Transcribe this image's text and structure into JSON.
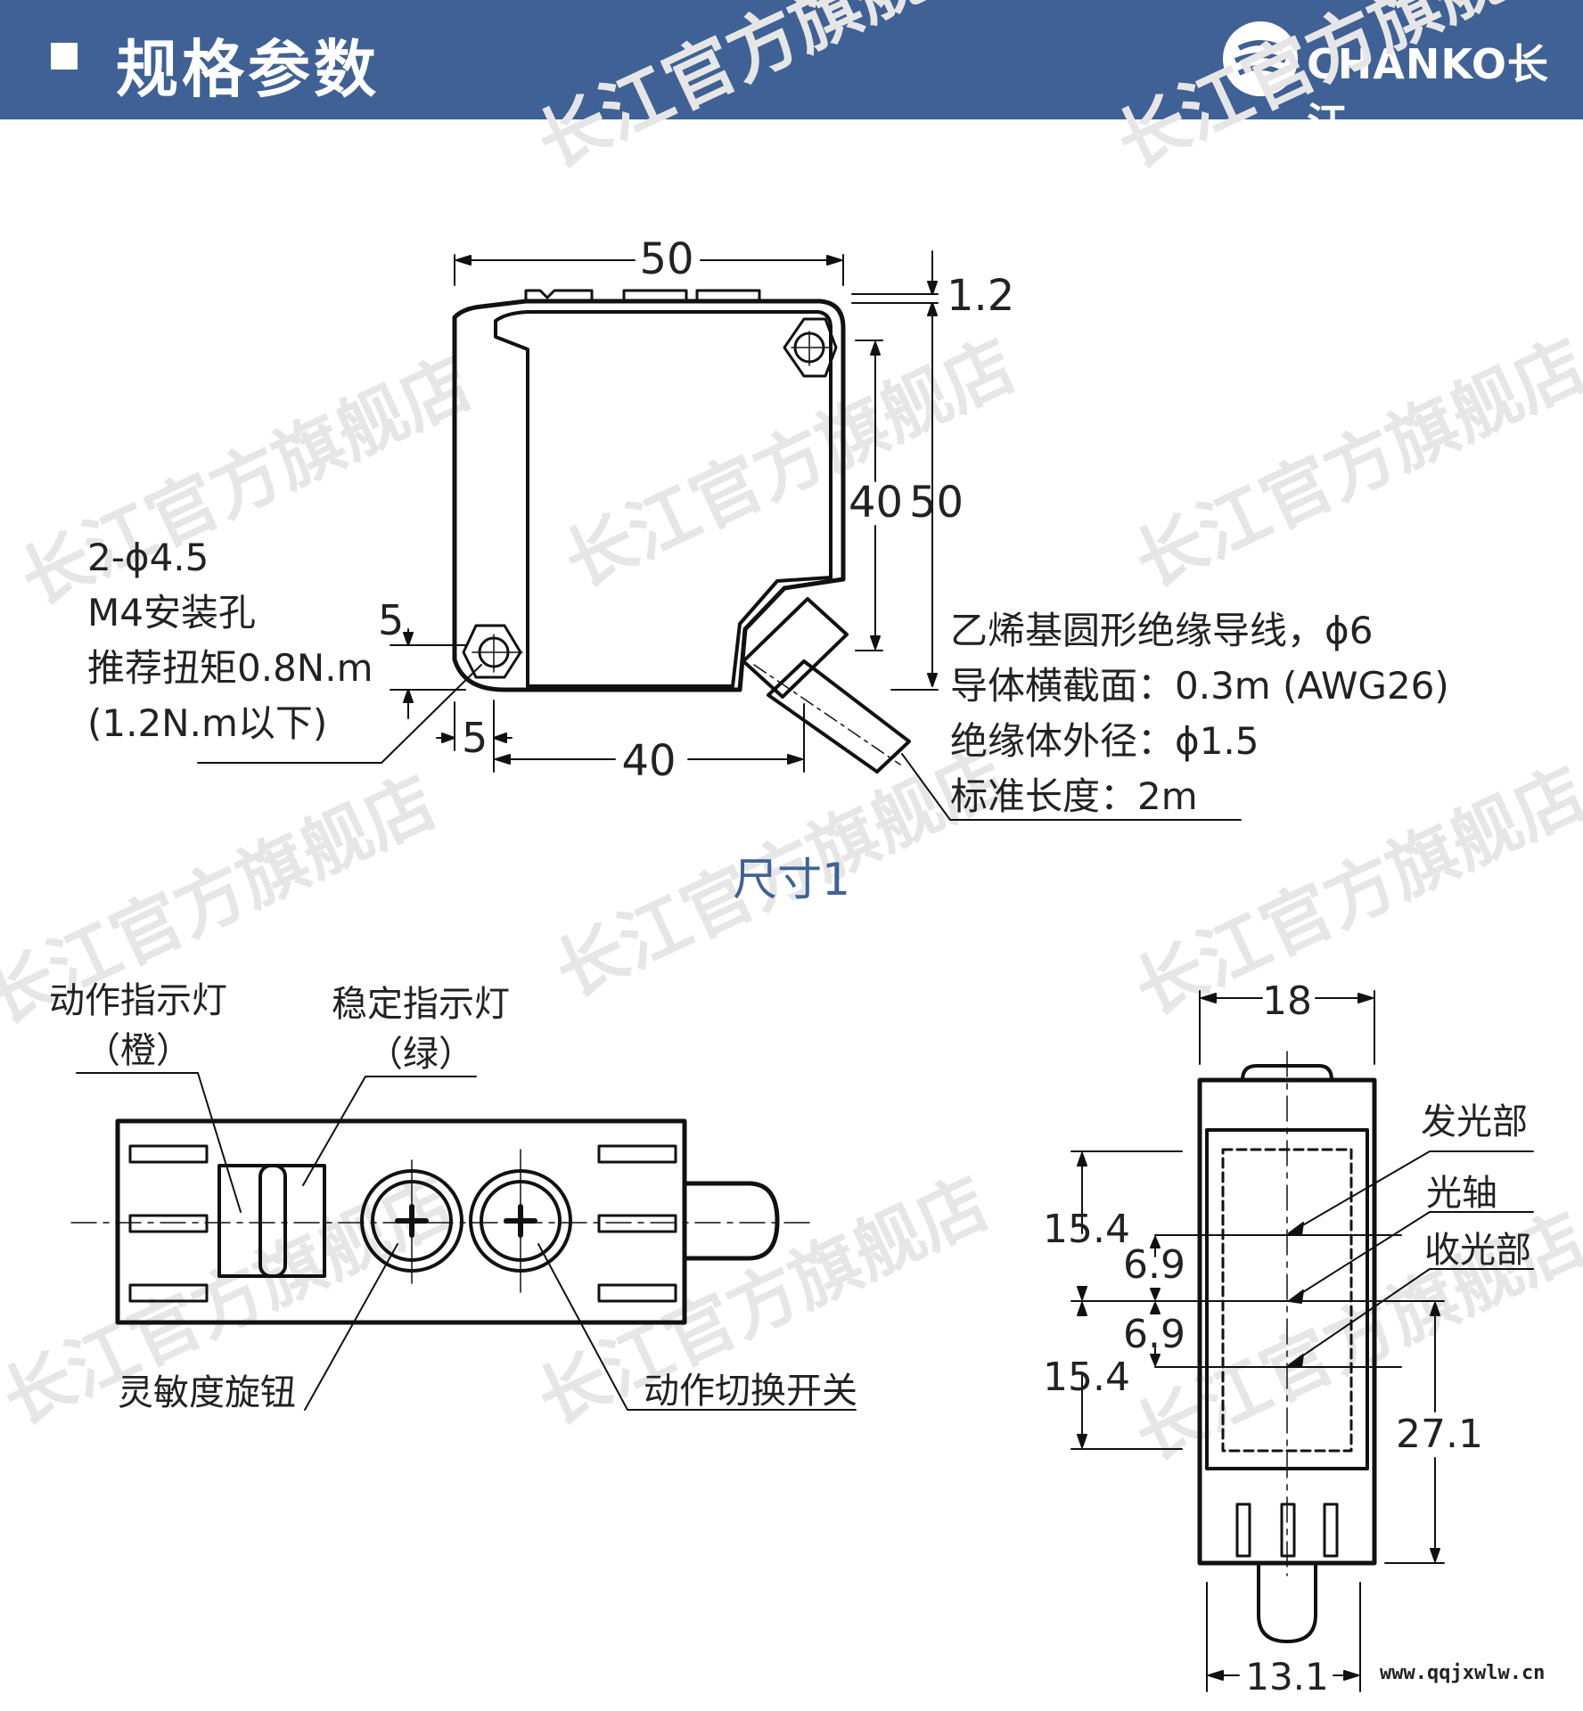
{
  "header": {
    "title": "规格参数",
    "logo_text": "CHANKO长江",
    "logo_icon": "chanko-wave-logo"
  },
  "colors": {
    "header_bg": "#3f6195",
    "caption": "#3f6195",
    "line": "#111111",
    "watermark": "#e6e6e6"
  },
  "watermark": "长江官方旗舰店",
  "view_front": {
    "dim_width": "50",
    "dim_top_offset": "1.2",
    "dim_inner_height": "40",
    "dim_height": "50",
    "dim_left_offset": "5",
    "dim_bottom_offset": "5",
    "dim_base": "40",
    "hole_note": [
      "2-ϕ4.5",
      "M4安装孔",
      "推荐扭矩0.8N.m",
      "(1.2N.m以下)"
    ],
    "cable_note": [
      "乙烯基圆形绝缘导线，ϕ6",
      "导体横截面：0.3m (AWG26)",
      "绝缘体外径：ϕ1.5",
      "标准长度：2m"
    ],
    "caption": "尺寸1"
  },
  "view_top": {
    "label_action_light": [
      "动作指示灯",
      "（橙）"
    ],
    "label_stable_light": [
      "稳定指示灯",
      "（绿）"
    ],
    "label_sensitivity": "灵敏度旋钮",
    "label_mode_switch": "动作切换开关"
  },
  "view_side": {
    "dim_width": "18",
    "dim_upper": "15.4",
    "dim_upper_inner": "6.9",
    "dim_lower_inner": "6.9",
    "dim_lower": "15.4",
    "dim_right": "27.1",
    "dim_plug": "13.1",
    "label_emitter": "发光部",
    "label_axis": "光轴",
    "label_receiver": "收光部"
  },
  "footer_site": "www.qqjxwlw.cn"
}
